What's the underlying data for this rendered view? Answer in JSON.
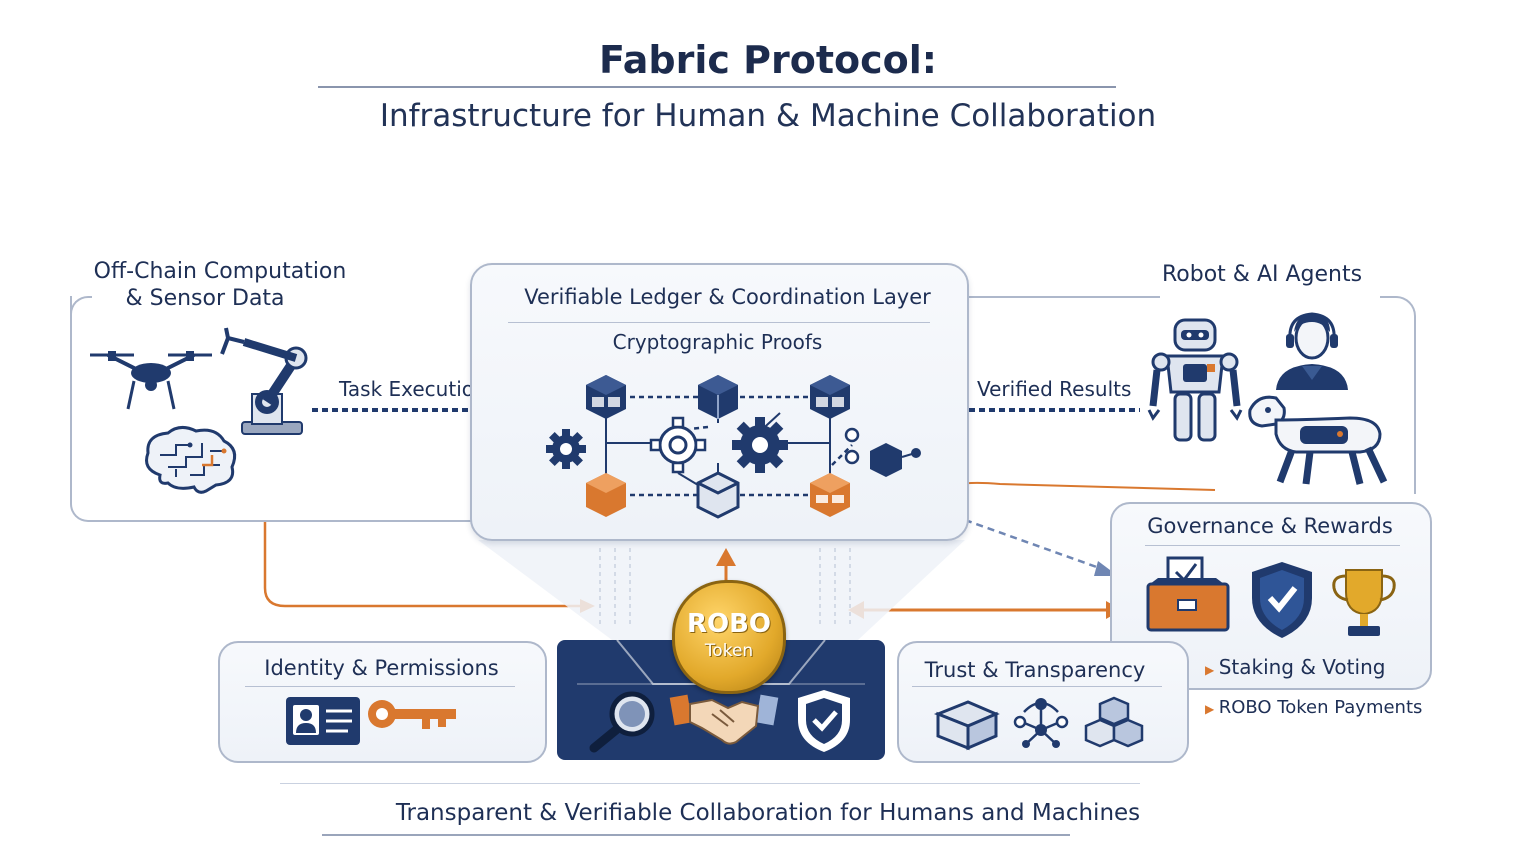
{
  "title": "Fabric Protocol:",
  "subtitle": "Infrastructure for Human & Machine Collaboration",
  "offchain": {
    "label_line1": "Off-Chain Computation",
    "label_line2": "& Sensor Data",
    "icons": [
      "drone-icon",
      "robotic-arm-icon",
      "brain-circuit-icon"
    ]
  },
  "ledger": {
    "title": "Verifiable Ledger & Coordination Layer",
    "subtitle": "Cryptographic Proofs",
    "icons": [
      "block-icon",
      "gear-icon",
      "orange-block-icon"
    ]
  },
  "agents": {
    "label": "Robot & AI Agents",
    "icons": [
      "humanoid-robot-icon",
      "human-agent-icon",
      "robot-dog-icon"
    ]
  },
  "arrows": {
    "task_execution": "Task Execution",
    "verified_results": "Verified Results"
  },
  "governance": {
    "title": "Governance & Rewards",
    "icons": [
      "ballot-box-icon",
      "shield-check-icon",
      "trophy-icon"
    ],
    "items": [
      "Staking & Voting",
      "ROBO Token Payments"
    ]
  },
  "token": {
    "line1": "ROBO",
    "line2": "Token",
    "icons": [
      "magnifier-icon",
      "handshake-icon",
      "shield-check-icon"
    ]
  },
  "identity": {
    "title": "Identity & Permissions",
    "icons": [
      "id-card-icon",
      "key-icon"
    ]
  },
  "trust": {
    "title": "Trust & Transparency",
    "icons": [
      "open-box-icon",
      "network-icon",
      "cubes-icon"
    ]
  },
  "footer": "Transparent & Verifiable Collaboration for Humans and Machines",
  "colors": {
    "navy": "#203a6d",
    "orange": "#d9782f",
    "gold": "#e2a92b",
    "line": "#aeb8cb"
  }
}
